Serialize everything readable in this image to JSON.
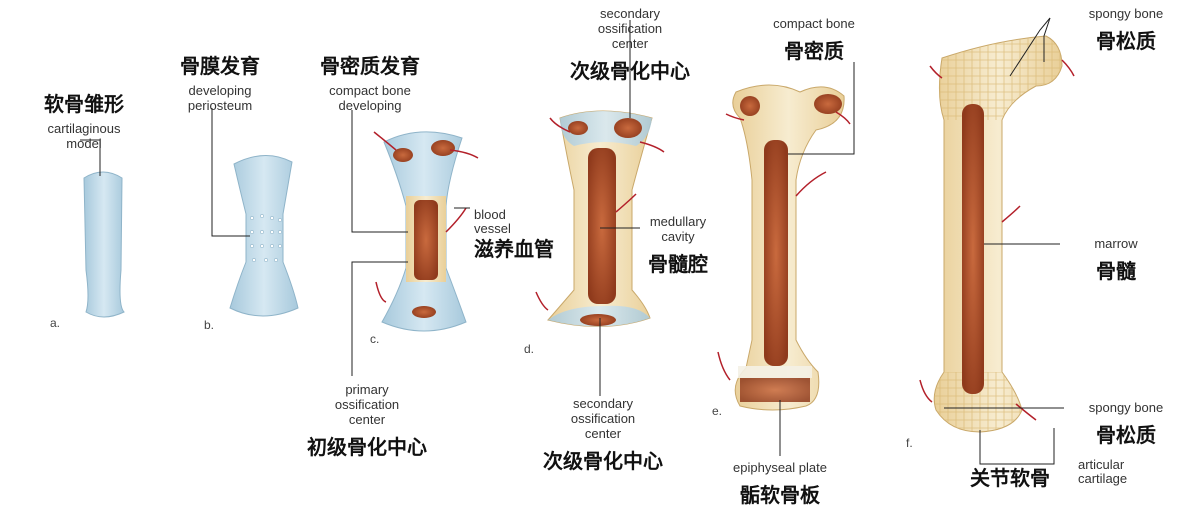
{
  "stages": [
    {
      "letter": "a.",
      "zh": "软骨雏形",
      "en": [
        "cartilaginous",
        "model"
      ]
    },
    {
      "letter": "b.",
      "zh": "骨膜发育",
      "en": [
        "developing",
        "periosteum"
      ]
    },
    {
      "letter": "c.",
      "zh": "骨密质发育",
      "en": [
        "compact bone",
        "developing"
      ]
    },
    {
      "letter": "d.",
      "zh": "",
      "en": []
    },
    {
      "letter": "e.",
      "zh": "",
      "en": []
    },
    {
      "letter": "f.",
      "zh": "",
      "en": []
    }
  ],
  "labels": {
    "blood_vessel": {
      "en": [
        "blood",
        "vessel"
      ],
      "zh": "滋养血管"
    },
    "primary_center": {
      "en": [
        "primary",
        "ossification",
        "center"
      ],
      "zh": "初级骨化中心"
    },
    "secondary_top": {
      "en": [
        "secondary",
        "ossification",
        "center"
      ],
      "zh": "次级骨化中心"
    },
    "medullary": {
      "en": [
        "medullary",
        "cavity"
      ],
      "zh": "骨髓腔"
    },
    "secondary_bottom": {
      "en": [
        "secondary",
        "ossification",
        "center"
      ],
      "zh": "次级骨化中心"
    },
    "compact_bone": {
      "en": "compact bone",
      "zh": "骨密质"
    },
    "epiphyseal": {
      "en": "epiphyseal plate",
      "zh": "骺软骨板"
    },
    "spongy_top": {
      "en": "spongy bone",
      "zh": "骨松质"
    },
    "marrow": {
      "en": "marrow",
      "zh": "骨髓"
    },
    "spongy_bottom": {
      "en": "spongy bone",
      "zh": "骨松质"
    },
    "articular": {
      "en": [
        "articular",
        "cartilage"
      ],
      "zh": "关节软骨"
    }
  },
  "colors": {
    "cartilage": "#b9d6e6",
    "bone": "#f2dfb5",
    "marrow": "#b5542c",
    "vessel": "#b3202a",
    "line": "#222222"
  }
}
